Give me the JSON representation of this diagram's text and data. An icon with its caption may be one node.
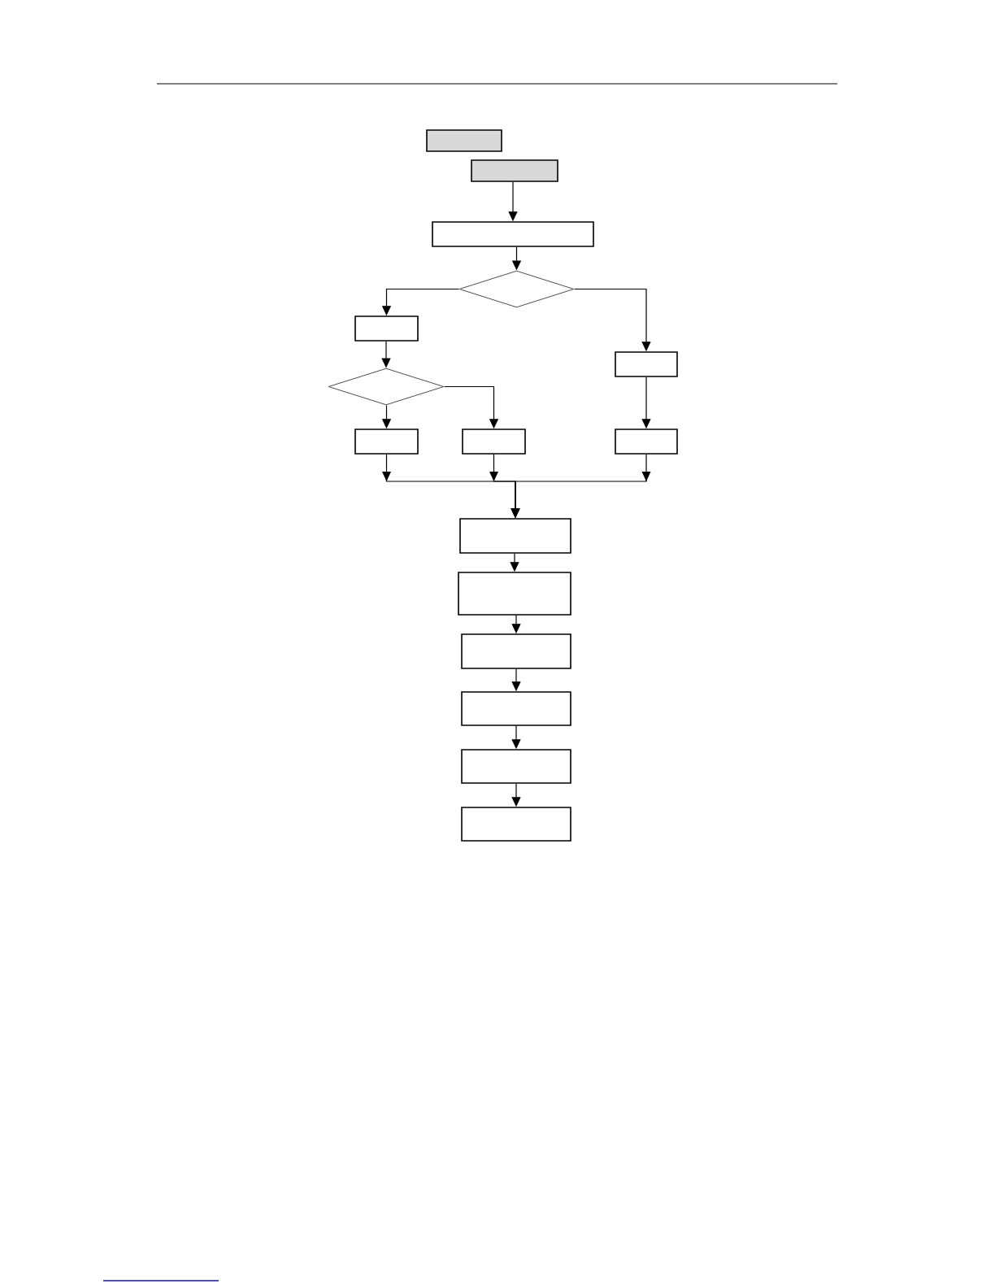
{
  "diagram": {
    "nodes": [
      {
        "text": [],
        "shape": "box"
      },
      {
        "text": [],
        "shape": "box"
      },
      {
        "text": [],
        "shape": "box"
      },
      {
        "text": [],
        "shape": "diamond"
      },
      {
        "text": [],
        "shape": "box"
      },
      {
        "text": [],
        "shape": "box"
      },
      {
        "text": [],
        "shape": "diamond"
      },
      {
        "text": [],
        "shape": "box"
      },
      {
        "text": [],
        "shape": "box"
      },
      {
        "text": [],
        "shape": "box"
      },
      {
        "text": [],
        "shape": "box"
      },
      {
        "text": [],
        "shape": "box"
      },
      {
        "text": [],
        "shape": "box"
      },
      {
        "text": [],
        "shape": "box"
      },
      {
        "text": [],
        "shape": "box"
      },
      {
        "text": [],
        "shape": "box"
      }
    ],
    "edges": [
      {
        "from": 1,
        "to": 2,
        "arrow": "to"
      },
      {
        "from": 2,
        "to": 3,
        "arrow": "to"
      },
      {
        "from": 3,
        "to": 4,
        "arrow": "to"
      },
      {
        "from": 3,
        "to": 5,
        "arrow": "to"
      },
      {
        "from": 4,
        "to": 6,
        "arrow": "to"
      },
      {
        "from": 6,
        "to": 7,
        "arrow": "to"
      },
      {
        "from": 6,
        "to": 8,
        "arrow": "to"
      },
      {
        "from": 5,
        "to": 9,
        "arrow": "to"
      },
      {
        "from": 7,
        "to": 10,
        "arrow": "to"
      },
      {
        "from": 8,
        "to": 10,
        "arrow": "to"
      },
      {
        "from": 9,
        "to": 10,
        "arrow": "to"
      },
      {
        "from": 10,
        "to": 11,
        "arrow": "to"
      },
      {
        "from": 11,
        "to": 12,
        "arrow": "to"
      },
      {
        "from": 12,
        "to": 13,
        "arrow": "to"
      },
      {
        "from": 13,
        "to": 14,
        "arrow": "to"
      },
      {
        "from": 14,
        "to": 15,
        "arrow": "to"
      }
    ]
  }
}
